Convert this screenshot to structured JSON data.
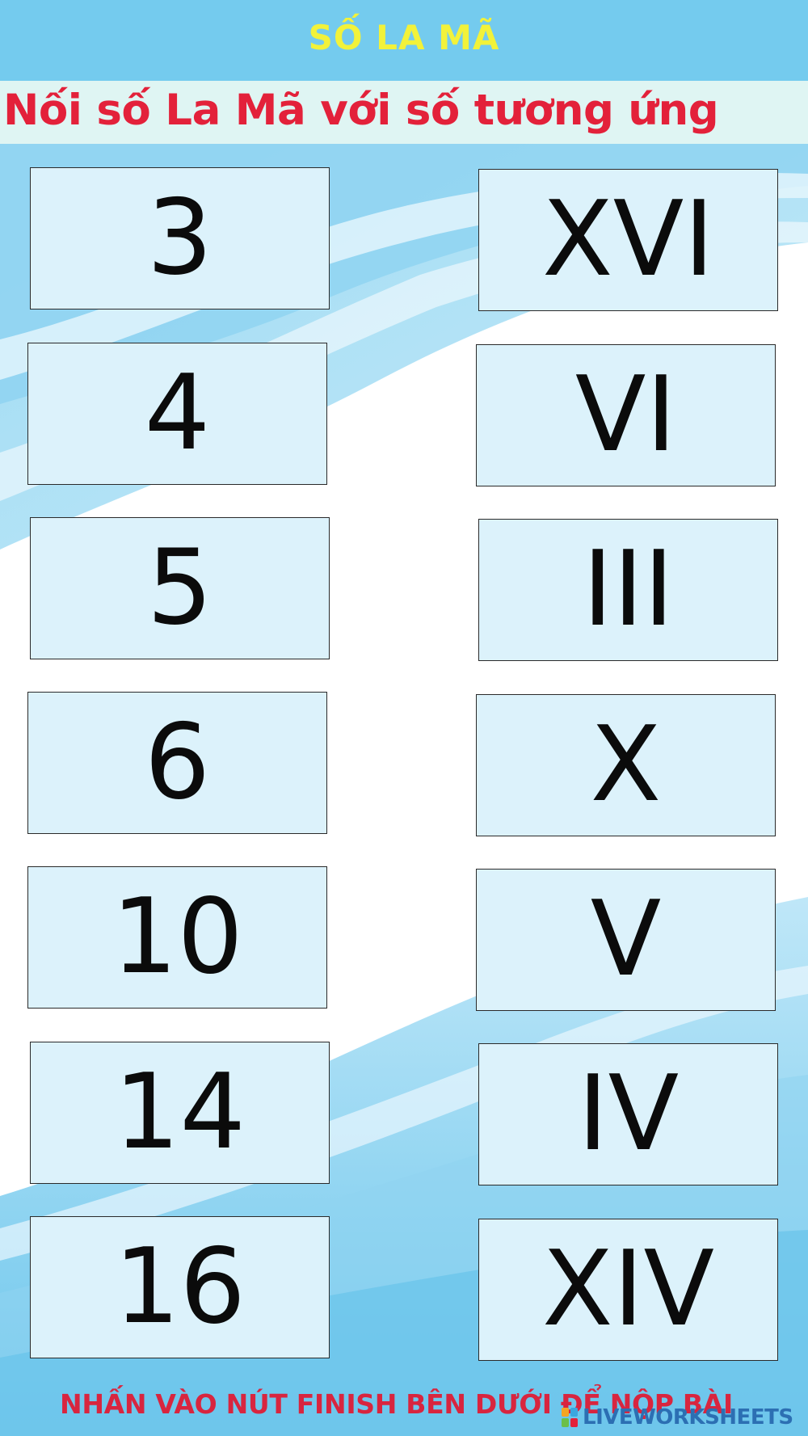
{
  "header": {
    "title": "SỐ LA MÃ",
    "instruction": "Nối số La Mã với số tương ứng"
  },
  "left_cards": [
    {
      "label": "3"
    },
    {
      "label": "4"
    },
    {
      "label": "5"
    },
    {
      "label": "6"
    },
    {
      "label": "10"
    },
    {
      "label": "14"
    },
    {
      "label": "16"
    }
  ],
  "right_cards": [
    {
      "label": "XVI"
    },
    {
      "label": "VI"
    },
    {
      "label": "III"
    },
    {
      "label": "X"
    },
    {
      "label": "V"
    },
    {
      "label": "IV"
    },
    {
      "label": "XIV"
    }
  ],
  "footer": {
    "instruction": "NHẤN VÀO NÚT FINISH BÊN DƯỚI ĐỂ NỘP BÀI",
    "brand": "LIVEWORKSHEETS"
  },
  "colors": {
    "title_bar": "#74cbee",
    "title_text": "#f2f23a",
    "instruction_text": "#e3213a",
    "card_fill": "#dcf2fb",
    "footer_text": "#d8253f",
    "brand_text": "#2c6fb3"
  },
  "icons": {
    "brand": "liveworksheets-logo-icon"
  }
}
